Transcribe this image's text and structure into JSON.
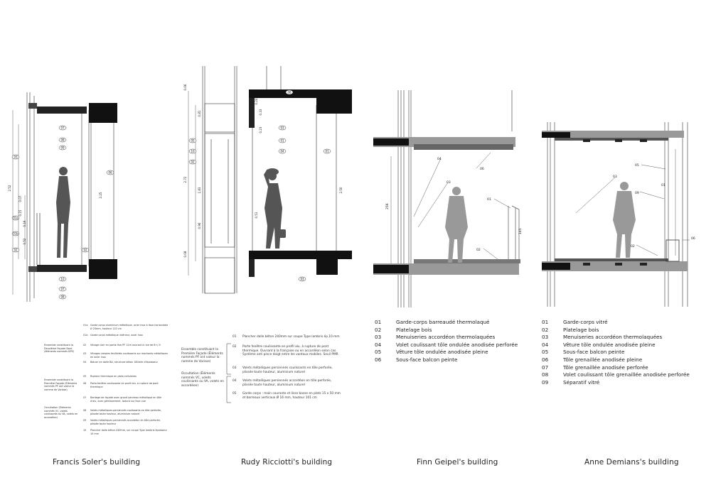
{
  "captions": {
    "soler": "Francis Soler's building",
    "ricciotti": "Rudy Ricciotti's building",
    "geipel": "Finn Geipel's building",
    "demians": "Anne Demians's building"
  },
  "geipel_legend": [
    {
      "code": "01",
      "text": "Garde-corps barreaudé thermolaqué"
    },
    {
      "code": "02",
      "text": "Platelage bois"
    },
    {
      "code": "03",
      "text": "Menuiseries accordéon thermolaquées"
    },
    {
      "code": "04",
      "text": "Volet coulissant tôle ondulée anodisée perforée"
    },
    {
      "code": "05",
      "text": "Vêture tôle ondulée anodisée pleine"
    },
    {
      "code": "06",
      "text": "Sous-face balcon peinte"
    }
  ],
  "demians_legend": [
    {
      "code": "01",
      "text": "Garde-corps vitré"
    },
    {
      "code": "02",
      "text": "Platelage bois"
    },
    {
      "code": "03",
      "text": "Menuiseries accordéon thermolaquées"
    },
    {
      "code": "04",
      "text": "Vêture tôle ondulée anodisée pleine"
    },
    {
      "code": "05",
      "text": "Sous-face balcon peinte"
    },
    {
      "code": "06",
      "text": "Tôle grenaillée anodisée pleine"
    },
    {
      "code": "07",
      "text": "Tôle grenaillée anodisée perforée"
    },
    {
      "code": "08",
      "text": "Volet coulissant tôle grenaillée anodisée perforée"
    },
    {
      "code": "09",
      "text": "Séparatif vitré"
    }
  ],
  "ricciotti_legend": {
    "group_facade": "Ensemble constituant la Première Façade (Éléments nommés PF ont valeur la nomme de Varisse)",
    "group_occultation": "Occultation (Éléments nommés VC, volets coulissants ou VA, volets en accordéon)",
    "items": [
      {
        "code": "01",
        "text": "Plancher dalle béton 240mm sur coupe Type lambris ép.10 mm"
      },
      {
        "code": "02",
        "text": "Porte fenêtre coulissante en profil alu. à rupture de pont thermique. Ouvrant à la française ou en accordéon selon cas. Système anti pince doigt entre les vantaux mobiles. Seuil PMR"
      },
      {
        "code": "03",
        "text": "Volets métalliques persiennés coulissants en tôle perforée, plissée toute hauteur, aluminium naturel"
      },
      {
        "code": "04",
        "text": "Volets métalliques persiennés accordéon en tôle perforée, plissée toute hauteur, aluminium naturel"
      },
      {
        "code": "05",
        "text": "Garde corps : main courante et lisse basse en plats 15 x 50 mm et barreaux verticaux Ø 16 mm, hauteur 101 cm"
      }
    ]
  },
  "soler_legend": {
    "group_deuxieme": "Ensemble constituant la Deuxième Façade Nord (éléments nommés DPE)",
    "group_premiere": "Ensemble constituant la Première Façade (Éléments nommés PF ont valeur la nomme de Varisse)",
    "group_occultation": "Occultation (Éléments nommés VC, volets coulissants ou VA, volets en accordéon)",
    "items": [
      {
        "code": "01a",
        "text": "Garde corps aluminium métallique, acier inox à lisse horizontale Ø 25mm, hauteur 110 cm"
      },
      {
        "code": "01b",
        "text": "Garde corps métallique intérieur, acier inox"
      },
      {
        "code": "02",
        "text": "Vitrage clair en partie fixe PF 12m ouvrant à rive de 6+/-9"
      },
      {
        "code": "03",
        "text": "Vitrages simples feuilletés coulissants sur montants métalliques en acier inox"
      },
      {
        "code": "04",
        "text": "Balcon en dalle BA, structure béton 180mm d'épaisseur"
      },
      {
        "code": "05",
        "text": "Rupteur thermique en plots cellulaires"
      },
      {
        "code": "06",
        "text": "Porte-fenêtre coulissante en profil alu. à rupture de pont thermique"
      },
      {
        "code": "07",
        "text": "Bardage de façade avec grand panneau métallique en tôle d'alu, avec gémissement, isolant sur face vue"
      },
      {
        "code": "08",
        "text": "Volets métalliques persiennés coulissants en tôle perforée, plissée toute hauteur, aluminium naturel"
      },
      {
        "code": "09",
        "text": "Volets métalliques persiennés accordéon en tôle perforée, plissée toute hauteur"
      },
      {
        "code": "10",
        "text": "Plancher dalle béton 240mm, sur coupe Type lambris épaisseur 10 mm"
      }
    ]
  },
  "labels": {
    "soler": [
      "07",
      "08",
      "09",
      "03",
      "06",
      "02",
      "01a",
      "01b",
      "02",
      "10",
      "07",
      "08",
      "2.25",
      "2.52",
      "0.07",
      "0.15",
      "0.16",
      "0.52"
    ],
    "ricciotti": [
      "08",
      "03",
      "01",
      "04",
      "05",
      "10",
      "02",
      "03",
      "01",
      "0.24",
      "0.33",
      "0.23",
      "0.81",
      "1.83",
      "0.96",
      "0.51",
      "2.72",
      "2.50",
      "0.08",
      "0.06"
    ],
    "geipel": [
      "04",
      "03",
      "06",
      "01",
      "02",
      "256",
      "145"
    ],
    "demians": [
      "05",
      "03",
      "09",
      "01",
      "02",
      "06"
    ]
  }
}
